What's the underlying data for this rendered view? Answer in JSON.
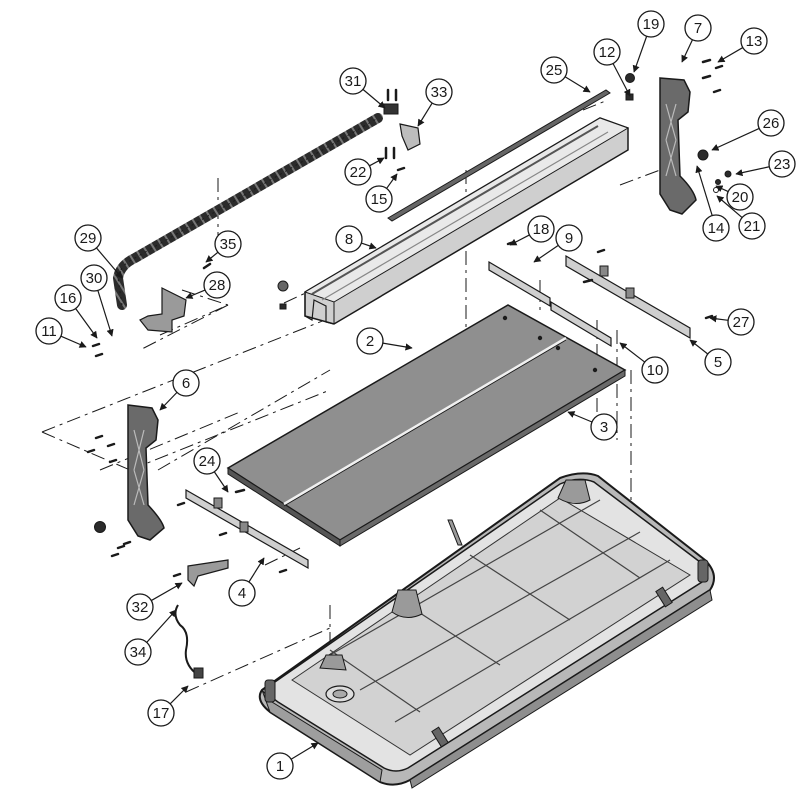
{
  "diagram": {
    "type": "exploded-parts-diagram",
    "subject": "tile saw base assembly",
    "callouts": [
      {
        "id": "1",
        "part": "base tray"
      },
      {
        "id": "2",
        "part": "table plate left"
      },
      {
        "id": "3",
        "part": "table plate right"
      },
      {
        "id": "4",
        "part": "front cross bracket"
      },
      {
        "id": "5",
        "part": "rear cross bracket"
      },
      {
        "id": "6",
        "part": "left rail support leg"
      },
      {
        "id": "7",
        "part": "right rail support leg"
      },
      {
        "id": "8",
        "part": "rail"
      },
      {
        "id": "9",
        "part": "table strip"
      },
      {
        "id": "10",
        "part": "table strip"
      },
      {
        "id": "11",
        "part": "screw"
      },
      {
        "id": "12",
        "part": "nut"
      },
      {
        "id": "13",
        "part": "screw"
      },
      {
        "id": "14",
        "part": "washer"
      },
      {
        "id": "15",
        "part": "screw"
      },
      {
        "id": "16",
        "part": "washer"
      },
      {
        "id": "17",
        "part": "drain plug"
      },
      {
        "id": "18",
        "part": "screw"
      },
      {
        "id": "19",
        "part": "rail end cap"
      },
      {
        "id": "20",
        "part": "washer"
      },
      {
        "id": "21",
        "part": "washer"
      },
      {
        "id": "22",
        "part": "screw"
      },
      {
        "id": "23",
        "part": "knob screw"
      },
      {
        "id": "24",
        "part": "screw"
      },
      {
        "id": "25",
        "part": "rail strip"
      },
      {
        "id": "26",
        "part": "knob"
      },
      {
        "id": "27",
        "part": "screw"
      },
      {
        "id": "28",
        "part": "chain bracket"
      },
      {
        "id": "29",
        "part": "cable drag chain"
      },
      {
        "id": "30",
        "part": "chain end clip"
      },
      {
        "id": "31",
        "part": "chain end mount"
      },
      {
        "id": "32",
        "part": "hook bracket"
      },
      {
        "id": "33",
        "part": "carriage bracket"
      },
      {
        "id": "34",
        "part": "drain hose"
      },
      {
        "id": "35",
        "part": "screw"
      }
    ]
  },
  "colors": {
    "line": "#1a1a1a",
    "part_fill": "#d9d9d9",
    "part_dark": "#3a3a3a",
    "plate_fill": "#8f8f8f",
    "tray_fill": "#cfcfcf",
    "background": "#ffffff"
  }
}
